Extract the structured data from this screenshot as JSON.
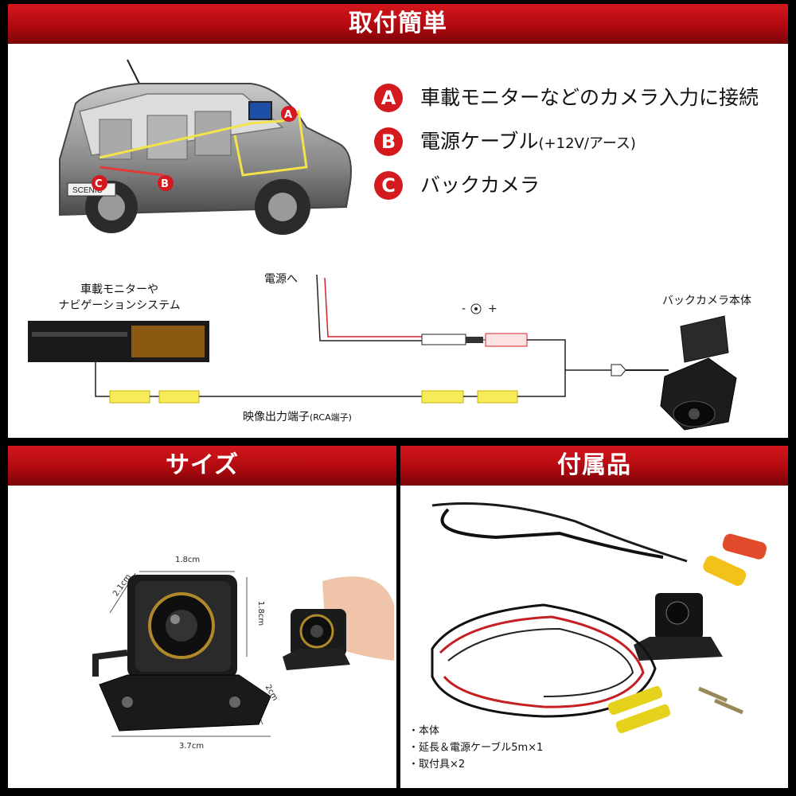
{
  "sections": {
    "install_title": "取付簡単",
    "size_title": "サイズ",
    "accessories_title": "付属品"
  },
  "legend": [
    {
      "badge": "A",
      "text": "車載モニターなどのカメラ入力に接続",
      "note": ""
    },
    {
      "badge": "B",
      "text": "電源ケーブル",
      "note": "(+12V/アース)"
    },
    {
      "badge": "C",
      "text": "バックカメラ",
      "note": ""
    }
  ],
  "car_art": {
    "plate": "SCENIC",
    "markers": [
      "A",
      "B",
      "C"
    ]
  },
  "diagram": {
    "monitor_label_1": "車載モニターや",
    "monitor_label_2": "ナビゲーションシステム",
    "power_label": "電源へ",
    "camera_label": "バックカメラ本体",
    "video_label": "映像出力端子",
    "video_label_note": "(RCA端子)",
    "power_symbol_minus": "-",
    "power_symbol_plus": "+"
  },
  "size": {
    "width_top": "1.8cm",
    "depth": "2.1cm",
    "height": "1.8cm",
    "bracket_height": "2cm",
    "bracket_width": "3.7cm"
  },
  "accessories": [
    "・本体",
    "・延長＆電源ケーブル5m×1",
    "・取付具×2"
  ],
  "colors": {
    "banner_red": "#c0111a",
    "badge_red": "#d41a1f",
    "wire_yellow": "#e6d21c",
    "wire_red": "#d6232a"
  }
}
